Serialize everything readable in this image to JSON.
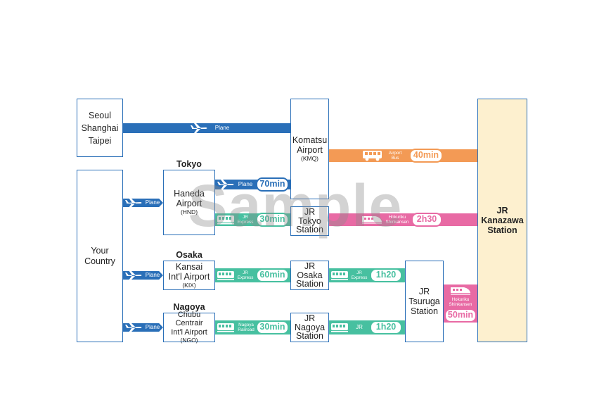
{
  "colors": {
    "plane": "#2a6fb8",
    "bus": "#f39a55",
    "shinkansen": "#e86aa4",
    "express": "#47c0a0",
    "destination_fill": "#fdf0cf"
  },
  "boxes": {
    "origin_asia": "Seoul\nShanghai\nTaipei",
    "your_country": "Your\nCountry",
    "komatsu": {
      "name": "Komatsu\nAirport",
      "code": "(KMQ)"
    },
    "haneda": {
      "name": "Haneda\nAirport",
      "code": "(HND)"
    },
    "tokyo_station": "JR\nTokyo\nStation",
    "kansai": {
      "name": "Kansai\nInt'l Airport",
      "code": "(KIX)"
    },
    "osaka_station": "JR\nOsaka\nStation",
    "chubu": {
      "name": "Chubu Centrair\nInt'l Airport",
      "code": "(NGO)"
    },
    "nagoya_station": "JR\nNagoya\nStation",
    "tsuruga": "JR\nTsuruga\nStation",
    "kanazawa": "JR\nKanazawa\nStation"
  },
  "headers": {
    "tokyo": "Tokyo",
    "osaka": "Osaka",
    "nagoya": "Nagoya"
  },
  "labels": {
    "plane": "Plane",
    "airport_bus": "Airport\nBus",
    "hokuriku_shinkansen": "Hokuriku\nShinkansen",
    "jr_express": "JR\nExpress",
    "nagoya_railroad": "Nagoya\nRailroad",
    "jr": "JR"
  },
  "times": {
    "komatsu_bus": "40min",
    "haneda_plane": "70min",
    "haneda_express": "30min",
    "tokyo_shinkansen": "2h30",
    "kansai_express": "60min",
    "osaka_express": "1h20",
    "chubu_railroad": "30min",
    "nagoya_jr": "1h20",
    "tsuruga_shinkansen": "50min"
  },
  "watermark": "Sample"
}
